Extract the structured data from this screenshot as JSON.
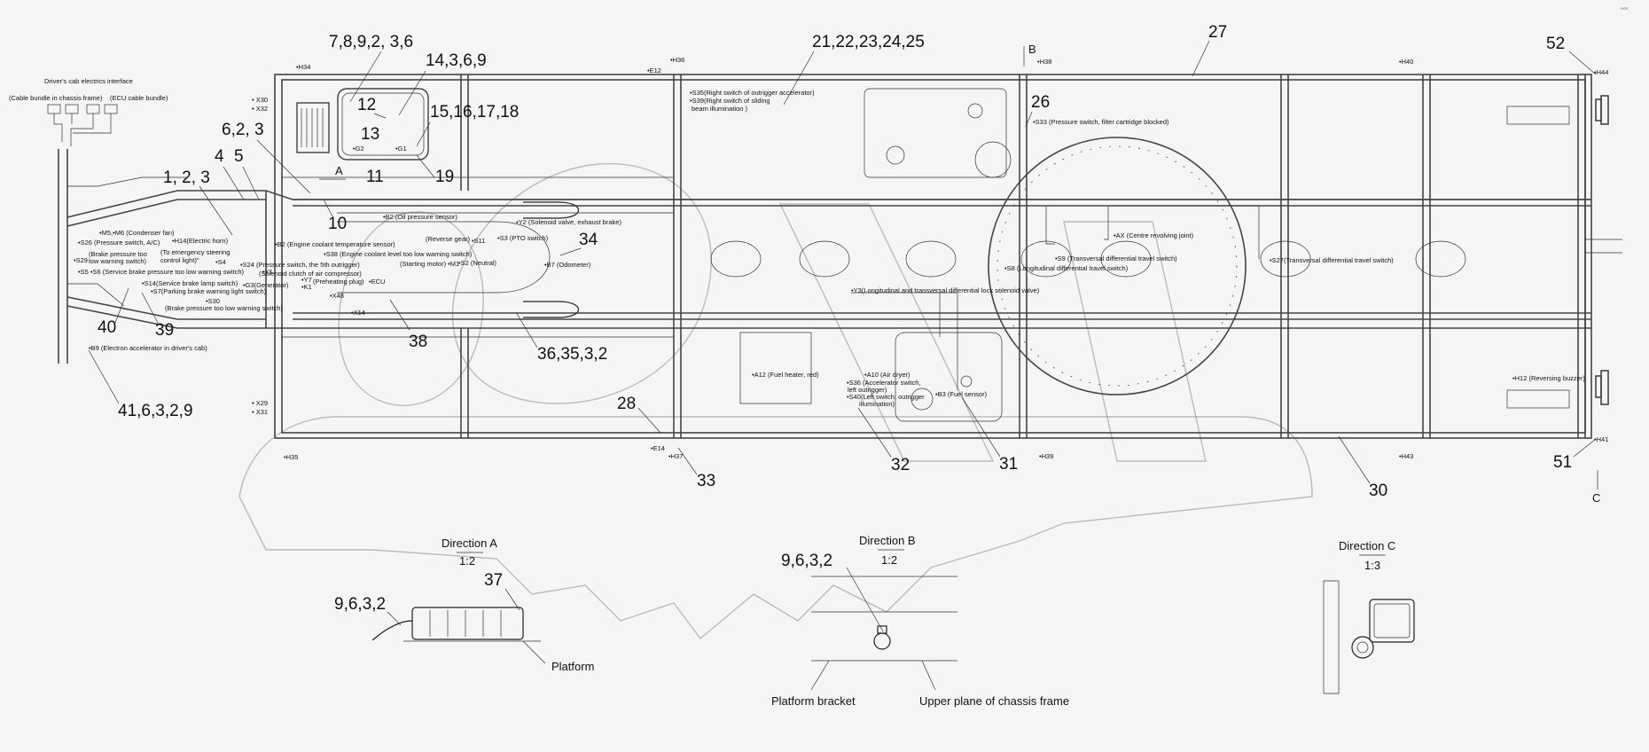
{
  "interface": {
    "title": "Driver's cab electrics interface",
    "left": "(Cable bundle in chassis frame)",
    "right": "(ECU cable bundle)"
  },
  "callouts": [
    {
      "id": "c1",
      "text": "7,8,9,2, 3,6"
    },
    {
      "id": "c2",
      "text": "14,3,6,9"
    },
    {
      "id": "c3",
      "text": "12"
    },
    {
      "id": "c4",
      "text": "15,16,17,18"
    },
    {
      "id": "c5",
      "text": "13"
    },
    {
      "id": "c6",
      "text": "6,2, 3"
    },
    {
      "id": "c7",
      "text": "4"
    },
    {
      "id": "c8",
      "text": "5"
    },
    {
      "id": "c9",
      "text": "1, 2, 3"
    },
    {
      "id": "c10",
      "text": "11"
    },
    {
      "id": "c11",
      "text": "19"
    },
    {
      "id": "c12",
      "text": "10"
    },
    {
      "id": "c13",
      "text": "21,22,23,24,25"
    },
    {
      "id": "c14",
      "text": "27"
    },
    {
      "id": "c15",
      "text": "26"
    },
    {
      "id": "c16",
      "text": "52"
    },
    {
      "id": "c17",
      "text": "34"
    },
    {
      "id": "c18",
      "text": "38"
    },
    {
      "id": "c19",
      "text": "36,35,3,2"
    },
    {
      "id": "c20",
      "text": "40"
    },
    {
      "id": "c21",
      "text": "39"
    },
    {
      "id": "c22",
      "text": "41,6,3,2,9"
    },
    {
      "id": "c23",
      "text": "28"
    },
    {
      "id": "c24",
      "text": "33"
    },
    {
      "id": "c25",
      "text": "32"
    },
    {
      "id": "c26",
      "text": "31"
    },
    {
      "id": "c27",
      "text": "30"
    },
    {
      "id": "c28",
      "text": "51"
    }
  ],
  "view_letters": {
    "a": "A",
    "b": "B",
    "c": "C"
  },
  "connectors": [
    {
      "id": "h34",
      "text": "•H34"
    },
    {
      "id": "h36",
      "text": "•H36"
    },
    {
      "id": "e12",
      "text": "•E12"
    },
    {
      "id": "h38",
      "text": "•H38"
    },
    {
      "id": "h40",
      "text": "•H40"
    },
    {
      "id": "h44",
      "text": "•H44"
    },
    {
      "id": "x30",
      "text": "• X30"
    },
    {
      "id": "x32",
      "text": "• X32"
    },
    {
      "id": "x29",
      "text": "• X29"
    },
    {
      "id": "x31",
      "text": "• X31"
    },
    {
      "id": "h35",
      "text": "•H35"
    },
    {
      "id": "e14",
      "text": "•E14"
    },
    {
      "id": "h37",
      "text": "•H37"
    },
    {
      "id": "h39",
      "text": "•H39"
    },
    {
      "id": "h43",
      "text": "•H43"
    },
    {
      "id": "h41",
      "text": "•H41"
    },
    {
      "id": "g2",
      "text": "•G2"
    },
    {
      "id": "g1",
      "text": "•G1"
    }
  ],
  "components": [
    {
      "id": "s35",
      "text": "•S35(Right switch of outrigger accelerator)"
    },
    {
      "id": "s39a",
      "text": "•S39(Right switch of sliding"
    },
    {
      "id": "s39b",
      "text": "beam illumination )"
    },
    {
      "id": "s33",
      "text": "•S33 (Pressure switch, filter cartridge blocked)"
    },
    {
      "id": "m5",
      "text": "•M5,•M6 (Condenser fan)"
    },
    {
      "id": "s26",
      "text": "•S26 (Pressure switch, A/C)"
    },
    {
      "id": "bp1",
      "text": "(Brake pressure too"
    },
    {
      "id": "bp2",
      "text": "low warning switch)"
    },
    {
      "id": "s29",
      "text": "•S29"
    },
    {
      "id": "h14",
      "text": "•H14(Electric horn)"
    },
    {
      "id": "emg1",
      "text": "(To emergency steering"
    },
    {
      "id": "emg2",
      "text": "control light)\""
    },
    {
      "id": "s4",
      "text": "•S4"
    },
    {
      "id": "s5",
      "text": "•S5 •S6 (Service brake pressure too low warning switch)"
    },
    {
      "id": "s14",
      "text": "•S14(Service brake lamp switch)"
    },
    {
      "id": "s7",
      "text": "•S7(Parking brake warning light switch)"
    },
    {
      "id": "s30",
      "text": "•S30"
    },
    {
      "id": "bp3",
      "text": "(Brake pressure too low warning switch)"
    },
    {
      "id": "b2e",
      "text": "•B2 (Engine coolant temperature sensor)"
    },
    {
      "id": "s38",
      "text": "•S38 (Engine coolant level too low warning switch)"
    },
    {
      "id": "s24",
      "text": "•S24 (Pressure switch, the 5th outrigger)"
    },
    {
      "id": "y1",
      "text": "•Y1"
    },
    {
      "id": "sol",
      "text": "(Solenoid clutch of air compressor)"
    },
    {
      "id": "g3",
      "text": "•G3(Generator)"
    },
    {
      "id": "y7",
      "text": "•Y7"
    },
    {
      "id": "k1",
      "text": "•K1"
    },
    {
      "id": "pre",
      "text": "(Preheating plug)"
    },
    {
      "id": "x48",
      "text": "•X48"
    },
    {
      "id": "x14",
      "text": "•X14"
    },
    {
      "id": "b2o",
      "text": "•B2 (Oil pressure sensor)"
    },
    {
      "id": "rev",
      "text": "(Reverse gear)"
    },
    {
      "id": "s11",
      "text": "•S11"
    },
    {
      "id": "s3",
      "text": "•S3 (PTO switch)"
    },
    {
      "id": "stm",
      "text": "(Starting motor) •M1"
    },
    {
      "id": "s2",
      "text": "•S2 (Neutral)"
    },
    {
      "id": "ecu",
      "text": "•ECU"
    },
    {
      "id": "y2",
      "text": "•Y2 (Solenoid valve, exhaust brake)"
    },
    {
      "id": "b7",
      "text": "•B7 (Odometer)"
    },
    {
      "id": "y3",
      "text": "•Y3(Longitudinal and transversal differential lock solenoid valve)"
    },
    {
      "id": "ax",
      "text": "•AX (Centre revolving joint)"
    },
    {
      "id": "s9",
      "text": "•S9 (Transversal differential travel switch)"
    },
    {
      "id": "s8",
      "text": "•S8 (Longitudinal differential travel switch)"
    },
    {
      "id": "s27",
      "text": "•S27(Transversal differential travel switch)"
    },
    {
      "id": "b9",
      "text": "•B9 (Electron accelerator in driver's cab)"
    },
    {
      "id": "a12",
      "text": "•A12 (Fuel heater, red)"
    },
    {
      "id": "a10",
      "text": "•A10 (Air dryer)"
    },
    {
      "id": "s36a",
      "text": "•S36 (Accelerator switch,"
    },
    {
      "id": "s36b",
      "text": "left outrigger)"
    },
    {
      "id": "s40a",
      "text": "•S40(Left switch, outrigger"
    },
    {
      "id": "s40b",
      "text": "illumination)"
    },
    {
      "id": "b3",
      "text": "•B3 (Fuel sensor)"
    },
    {
      "id": "h12",
      "text": "•H12 (Reversing buzzer)"
    }
  ],
  "views": {
    "a": {
      "title": "Direction A",
      "scale": "1:2",
      "c1": "37",
      "c2": "9,6,3,2",
      "label": "Platform"
    },
    "b": {
      "title": "Direction B",
      "scale": "1:2",
      "c1": "9,6,3,2",
      "label1": "Platform bracket",
      "label2": "Upper plane of chassis frame"
    },
    "c": {
      "title": "Direction C",
      "scale": "1:3"
    }
  }
}
